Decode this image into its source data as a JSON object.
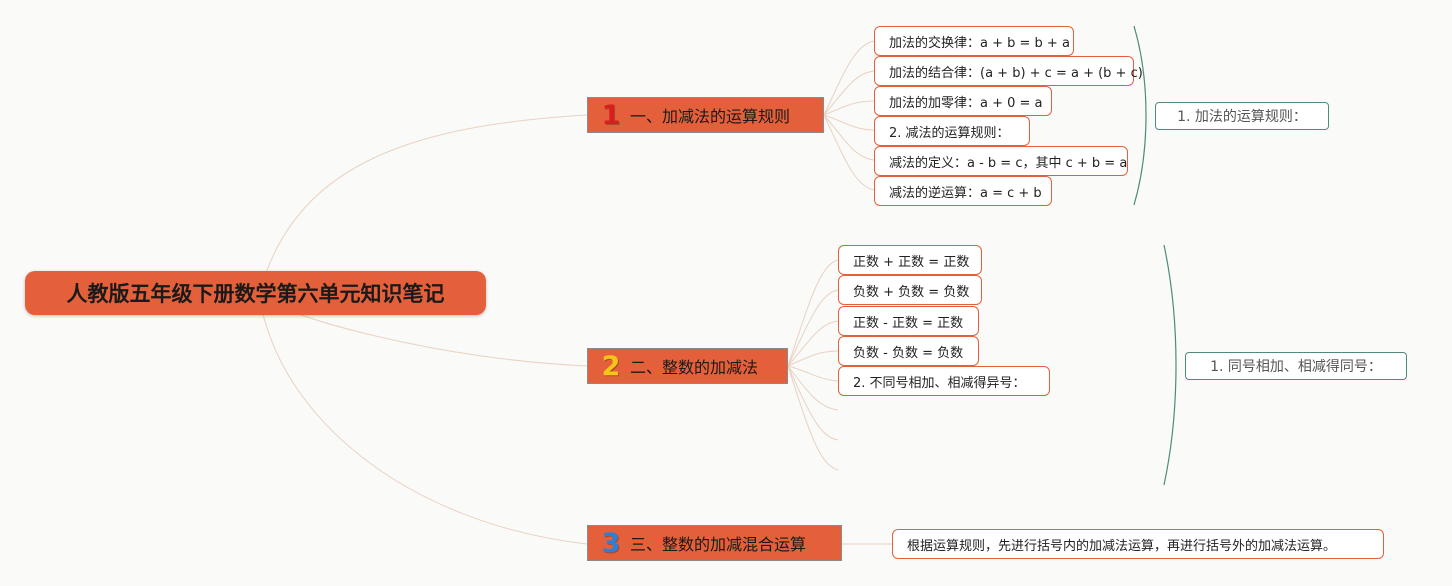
{
  "root": {
    "title": "人教版五年级下册数学第六单元知识笔记"
  },
  "branches": [
    {
      "number": "1",
      "number_color": "#d81e1e",
      "label": "一、加减法的运算规则",
      "items": [
        "加法的交换律：a + b = b + a",
        "加法的结合律：(a + b) + c = a + (b + c)",
        "加法的加零律：a + 0 = a",
        "2. 减法的运算规则：",
        "减法的定义：a - b = c，其中 c + b = a",
        "减法的逆运算：a = c + b"
      ],
      "summary": "1. 加法的运算规则："
    },
    {
      "number": "2",
      "number_color": "#f5c518",
      "label": "二、整数的加减法",
      "items": [
        "正数 + 正数 = 正数",
        "负数 + 负数 = 负数",
        "正数 - 正数 = 正数",
        "负数 - 负数 = 负数",
        "2. 不同号相加、相减得异号："
      ],
      "summary": "1. 同号相加、相减得同号："
    },
    {
      "number": "3",
      "number_color": "#2f7fd6",
      "label": "三、整数的加减混合运算",
      "items": [
        "根据运算规则，先进行括号内的加减法运算，再进行括号外的加减法运算。"
      ]
    }
  ],
  "colors": {
    "node_fill": "#e4603a",
    "leaf_border": "#e4603a",
    "summary_border": "#4f8a7e",
    "connector": "#e6cbb8",
    "background": "#fafaf9"
  }
}
